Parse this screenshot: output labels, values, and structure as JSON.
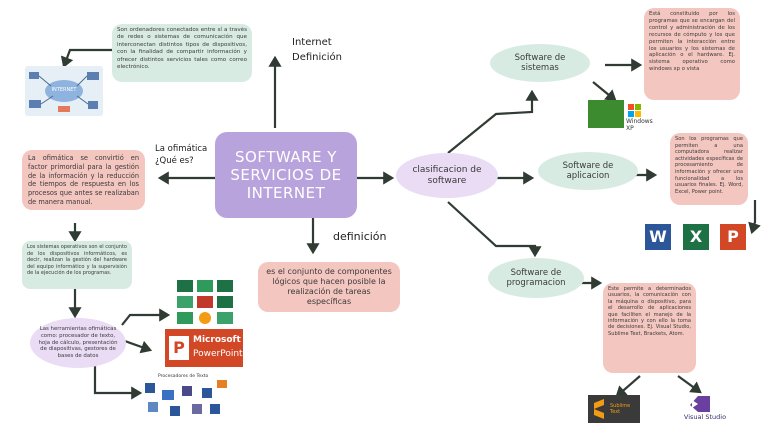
{
  "center": {
    "title": "SOFTWARE Y SERVICIOS DE INTERNET"
  },
  "internet": {
    "label_line1": "Internet",
    "label_line2": "Definición",
    "text": "Son ordenadores conectados entre sí a través de redes o sistemas de comunicación que interconectan distintos tipos de dispositivos, con la finalidad de compartir información y ofrecer distintos servicios tales como correo electrónico."
  },
  "ofimatica": {
    "label_line1": "La ofimática",
    "label_line2": "¿Qué es?",
    "text": "La ofimática se convirtió en factor primordial para la gestión de la información y la reducción de tiempos de respuesta en los procesos que antes se realizaban de manera manual.",
    "os_text": "Los sistemas operativos son el conjunto de los dispositivos informáticos, es decir, realizan la gestión del hardware del equipo informático y la supervisión de la ejecución de los programas.",
    "tools_text": "Las herramientas ofimáticas como: procesador de texto, hoja de cálculo, presentación de diapositivas, gestores de bases de datos"
  },
  "definicion": {
    "label": "definición",
    "text": "es el conjunto de componentes lógicos que hacen posible la realización de tareas específicas"
  },
  "clasificacion": {
    "label": "clasificacion de software"
  },
  "sistemas": {
    "label": "Software de sistemas",
    "text": "Está constituido por los programas que se encargan del control y administración de los recursos de cómputo y los que permiten la interacción entre los usuarios y los sistemas de aplicación o el hardware. Ej. sistema operativo como windows xp o vista",
    "windows_label": "Windows XP"
  },
  "aplicacion": {
    "label": "Software de aplicacion",
    "text": "Son los programas que permiten a una computadora realizar actividades específicas de procesamiento de información y ofrecer una funcionalidad a los usuarios finales. Ej. Word, Excel, Power point."
  },
  "programacion": {
    "label": "Software de programacion",
    "text": "Este permite a determinados usuarios, la comunicación con la máquina o dispositivo, para el desarrollo de aplicaciones que faciliten el manejo de la información y con ello la toma de decisiones. Ej. Visual Studio, Sublime Text, Brackets, Atom.",
    "sublime_label": "Sublime Text",
    "vs_label": "Visual Studio"
  },
  "images": {
    "internet_label": "INTERNET",
    "powerpoint_line1": "Microsoft",
    "powerpoint_line2": "PowerPoint",
    "procesadores_label": "Procesadores de Texto"
  },
  "colors": {
    "center": "#b9a3dc",
    "green": "#d8ebe3",
    "pink": "#f4c6c0",
    "purple": "#e9dcf4",
    "arrow": "#2f3b33"
  }
}
